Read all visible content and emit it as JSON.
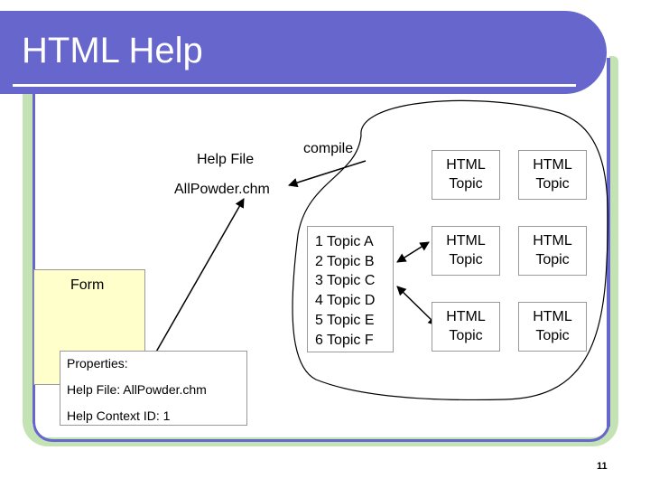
{
  "slide": {
    "title": "HTML Help",
    "page_number": "11"
  },
  "diagram": {
    "help_file_label": "Help File",
    "help_file_name": "AllPowder.chm",
    "compile_label": "compile",
    "form_label": "Form",
    "topic_list": [
      "1 Topic A",
      "2 Topic B",
      "3 Topic C",
      "4 Topic D",
      "5 Topic E",
      "6 Topic F"
    ],
    "topic_box_line1": "HTML",
    "topic_box_line2": "Topic",
    "properties": {
      "heading": "Properties:",
      "help_file": "Help File: AllPowder.chm",
      "context_id": "Help Context ID: 1"
    }
  },
  "colors": {
    "header": "#6666cc",
    "frame_accent": "#c4e3b5",
    "form_fill": "#ffffcc"
  }
}
